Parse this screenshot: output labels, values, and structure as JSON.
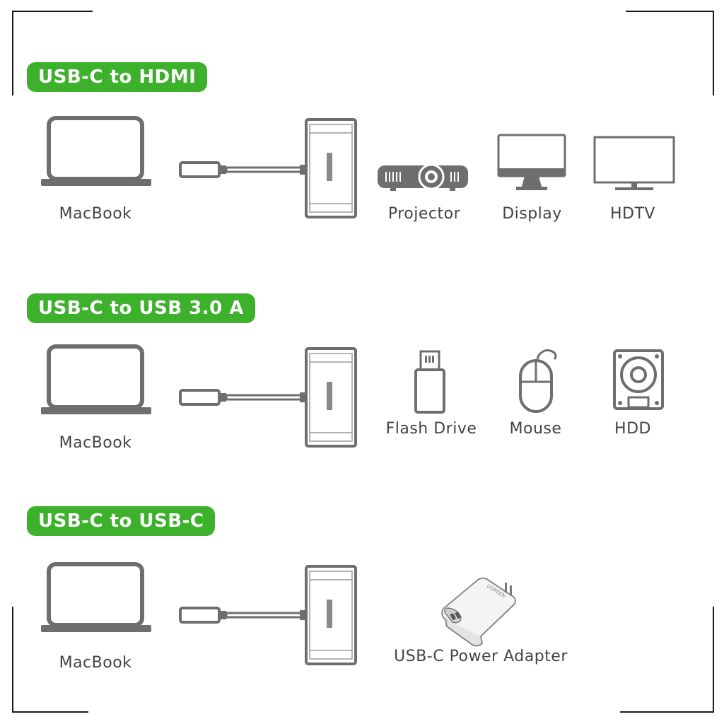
{
  "sections": [
    {
      "title": "USB-C to HDMI",
      "source": "MacBook",
      "devices": [
        "Projector",
        "Display",
        "HDTV"
      ]
    },
    {
      "title": "USB-C to USB 3.0 A",
      "source": "MacBook",
      "devices": [
        "Flash Drive",
        "Mouse",
        "HDD"
      ]
    },
    {
      "title": "USB-C to USB-C",
      "source": "MacBook",
      "devices": [
        "USB-C Power Adapter"
      ]
    }
  ],
  "colors": {
    "accent_green": "#3db02c",
    "icon_gray": "#6e6e6e",
    "text_gray": "#444444"
  },
  "icons": [
    "laptop-icon",
    "usb-c-cable-icon",
    "adapter-hub-icon",
    "projector-icon",
    "monitor-icon",
    "tv-icon",
    "flash-drive-icon",
    "mouse-icon",
    "hdd-icon",
    "power-adapter-icon"
  ]
}
